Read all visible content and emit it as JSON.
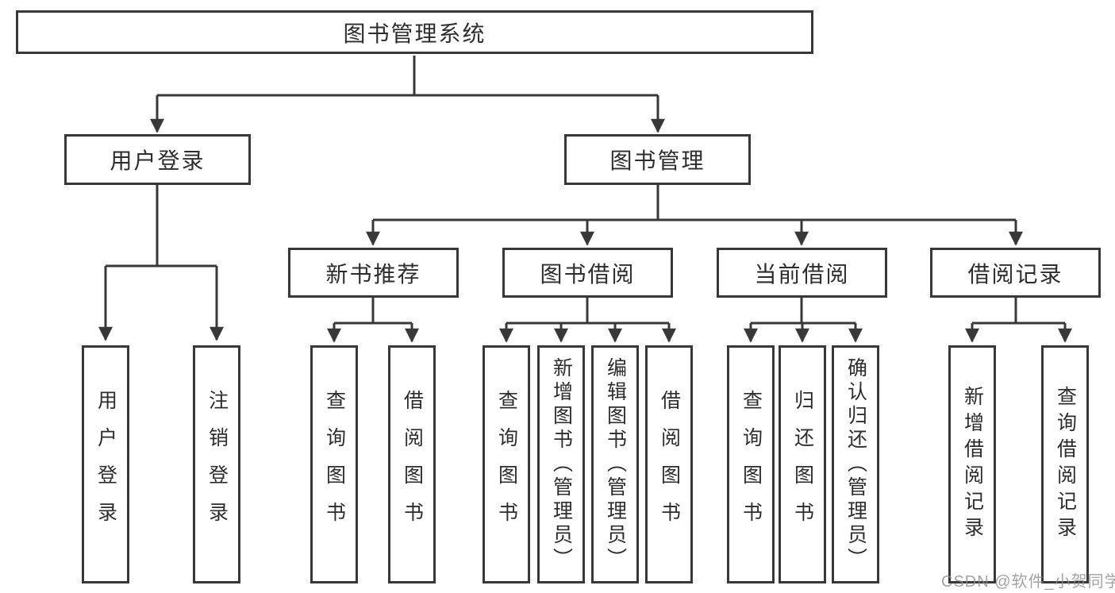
{
  "colors": {
    "line": "#383838",
    "text": "#2d2d2d",
    "background": "#ffffff",
    "watermark_gray": "#8c8c8c"
  },
  "watermark": {
    "text": "CSDN @软件_小贺同学"
  },
  "tree": {
    "root": {
      "label": "图书管理系统",
      "children": [
        {
          "label": "用户登录",
          "children": [
            {
              "label": "用户登录"
            },
            {
              "label": "注销登录"
            }
          ]
        },
        {
          "label": "图书管理",
          "children": [
            {
              "label": "新书推荐",
              "children": [
                {
                  "label": "查询图书"
                },
                {
                  "label": "借阅图书"
                }
              ]
            },
            {
              "label": "图书借阅",
              "children": [
                {
                  "label": "查询图书"
                },
                {
                  "label": "新增图书（管理员）"
                },
                {
                  "label": "编辑图书（管理员）"
                },
                {
                  "label": "借阅图书"
                }
              ]
            },
            {
              "label": "当前借阅",
              "children": [
                {
                  "label": "查询图书"
                },
                {
                  "label": "归还图书"
                },
                {
                  "label": "确认归还（管理员）"
                }
              ]
            },
            {
              "label": "借阅记录",
              "children": [
                {
                  "label": "新增借阅记录"
                },
                {
                  "label": "查询借阅记录"
                }
              ]
            }
          ]
        }
      ]
    }
  }
}
